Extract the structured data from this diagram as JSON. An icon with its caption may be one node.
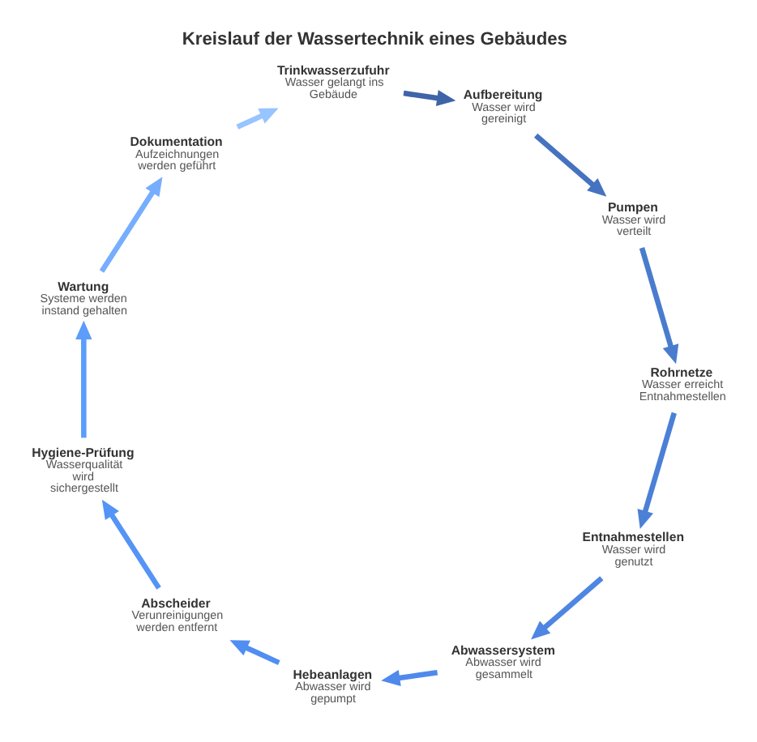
{
  "diagram": {
    "title": "Kreislauf der Wassertechnik eines Gebäudes",
    "nodes": [
      {
        "text": [
          "Trinkwasserzufuhr",
          "Wasser gelangt ins Gebäude"
        ]
      },
      {
        "text": [
          "Aufbereitung",
          "Wasser wird gereinigt"
        ]
      },
      {
        "text": [
          "Pumpen",
          "Wasser wird verteilt"
        ]
      },
      {
        "text": [
          "Rohrnetze",
          "Wasser erreicht Entnahmestellen"
        ]
      },
      {
        "text": [
          "Entnahmestellen",
          "Wasser wird genutzt"
        ]
      },
      {
        "text": [
          "Abwassersystem",
          "Abwasser wird gesammelt"
        ]
      },
      {
        "text": [
          "Hebeanlagen",
          "Abwasser wird gepumpt"
        ]
      },
      {
        "text": [
          "Abscheider",
          "Verunreinigungen werden entfernt"
        ]
      },
      {
        "text": [
          "Hygiene-Prüfung",
          "Wasserqualität wird sichergestellt"
        ]
      },
      {
        "text": [
          "Wartung",
          "Systeme werden instand gehalten"
        ]
      },
      {
        "text": [
          "Dokumentation",
          "Aufzeichnungen werden geführt"
        ]
      }
    ],
    "edges": [
      {
        "from": 0,
        "to": 1,
        "arrow": "to",
        "color": "#3f64a8"
      },
      {
        "from": 1,
        "to": 2,
        "arrow": "to",
        "color": "#4573bf"
      },
      {
        "from": 2,
        "to": 3,
        "arrow": "to",
        "color": "#4a7ccd"
      },
      {
        "from": 3,
        "to": 4,
        "arrow": "to",
        "color": "#4c80d6"
      },
      {
        "from": 4,
        "to": 5,
        "arrow": "to",
        "color": "#4e86e2"
      },
      {
        "from": 5,
        "to": 6,
        "arrow": "to",
        "color": "#4f89ec"
      },
      {
        "from": 6,
        "to": 7,
        "arrow": "to",
        "color": "#508ef2"
      },
      {
        "from": 7,
        "to": 8,
        "arrow": "to",
        "color": "#5494f6"
      },
      {
        "from": 8,
        "to": 9,
        "arrow": "to",
        "color": "#5c9cfa"
      },
      {
        "from": 9,
        "to": 10,
        "arrow": "to",
        "color": "#76aefd"
      },
      {
        "from": 10,
        "to": 0,
        "arrow": "to",
        "color": "#98c4ff"
      }
    ]
  }
}
